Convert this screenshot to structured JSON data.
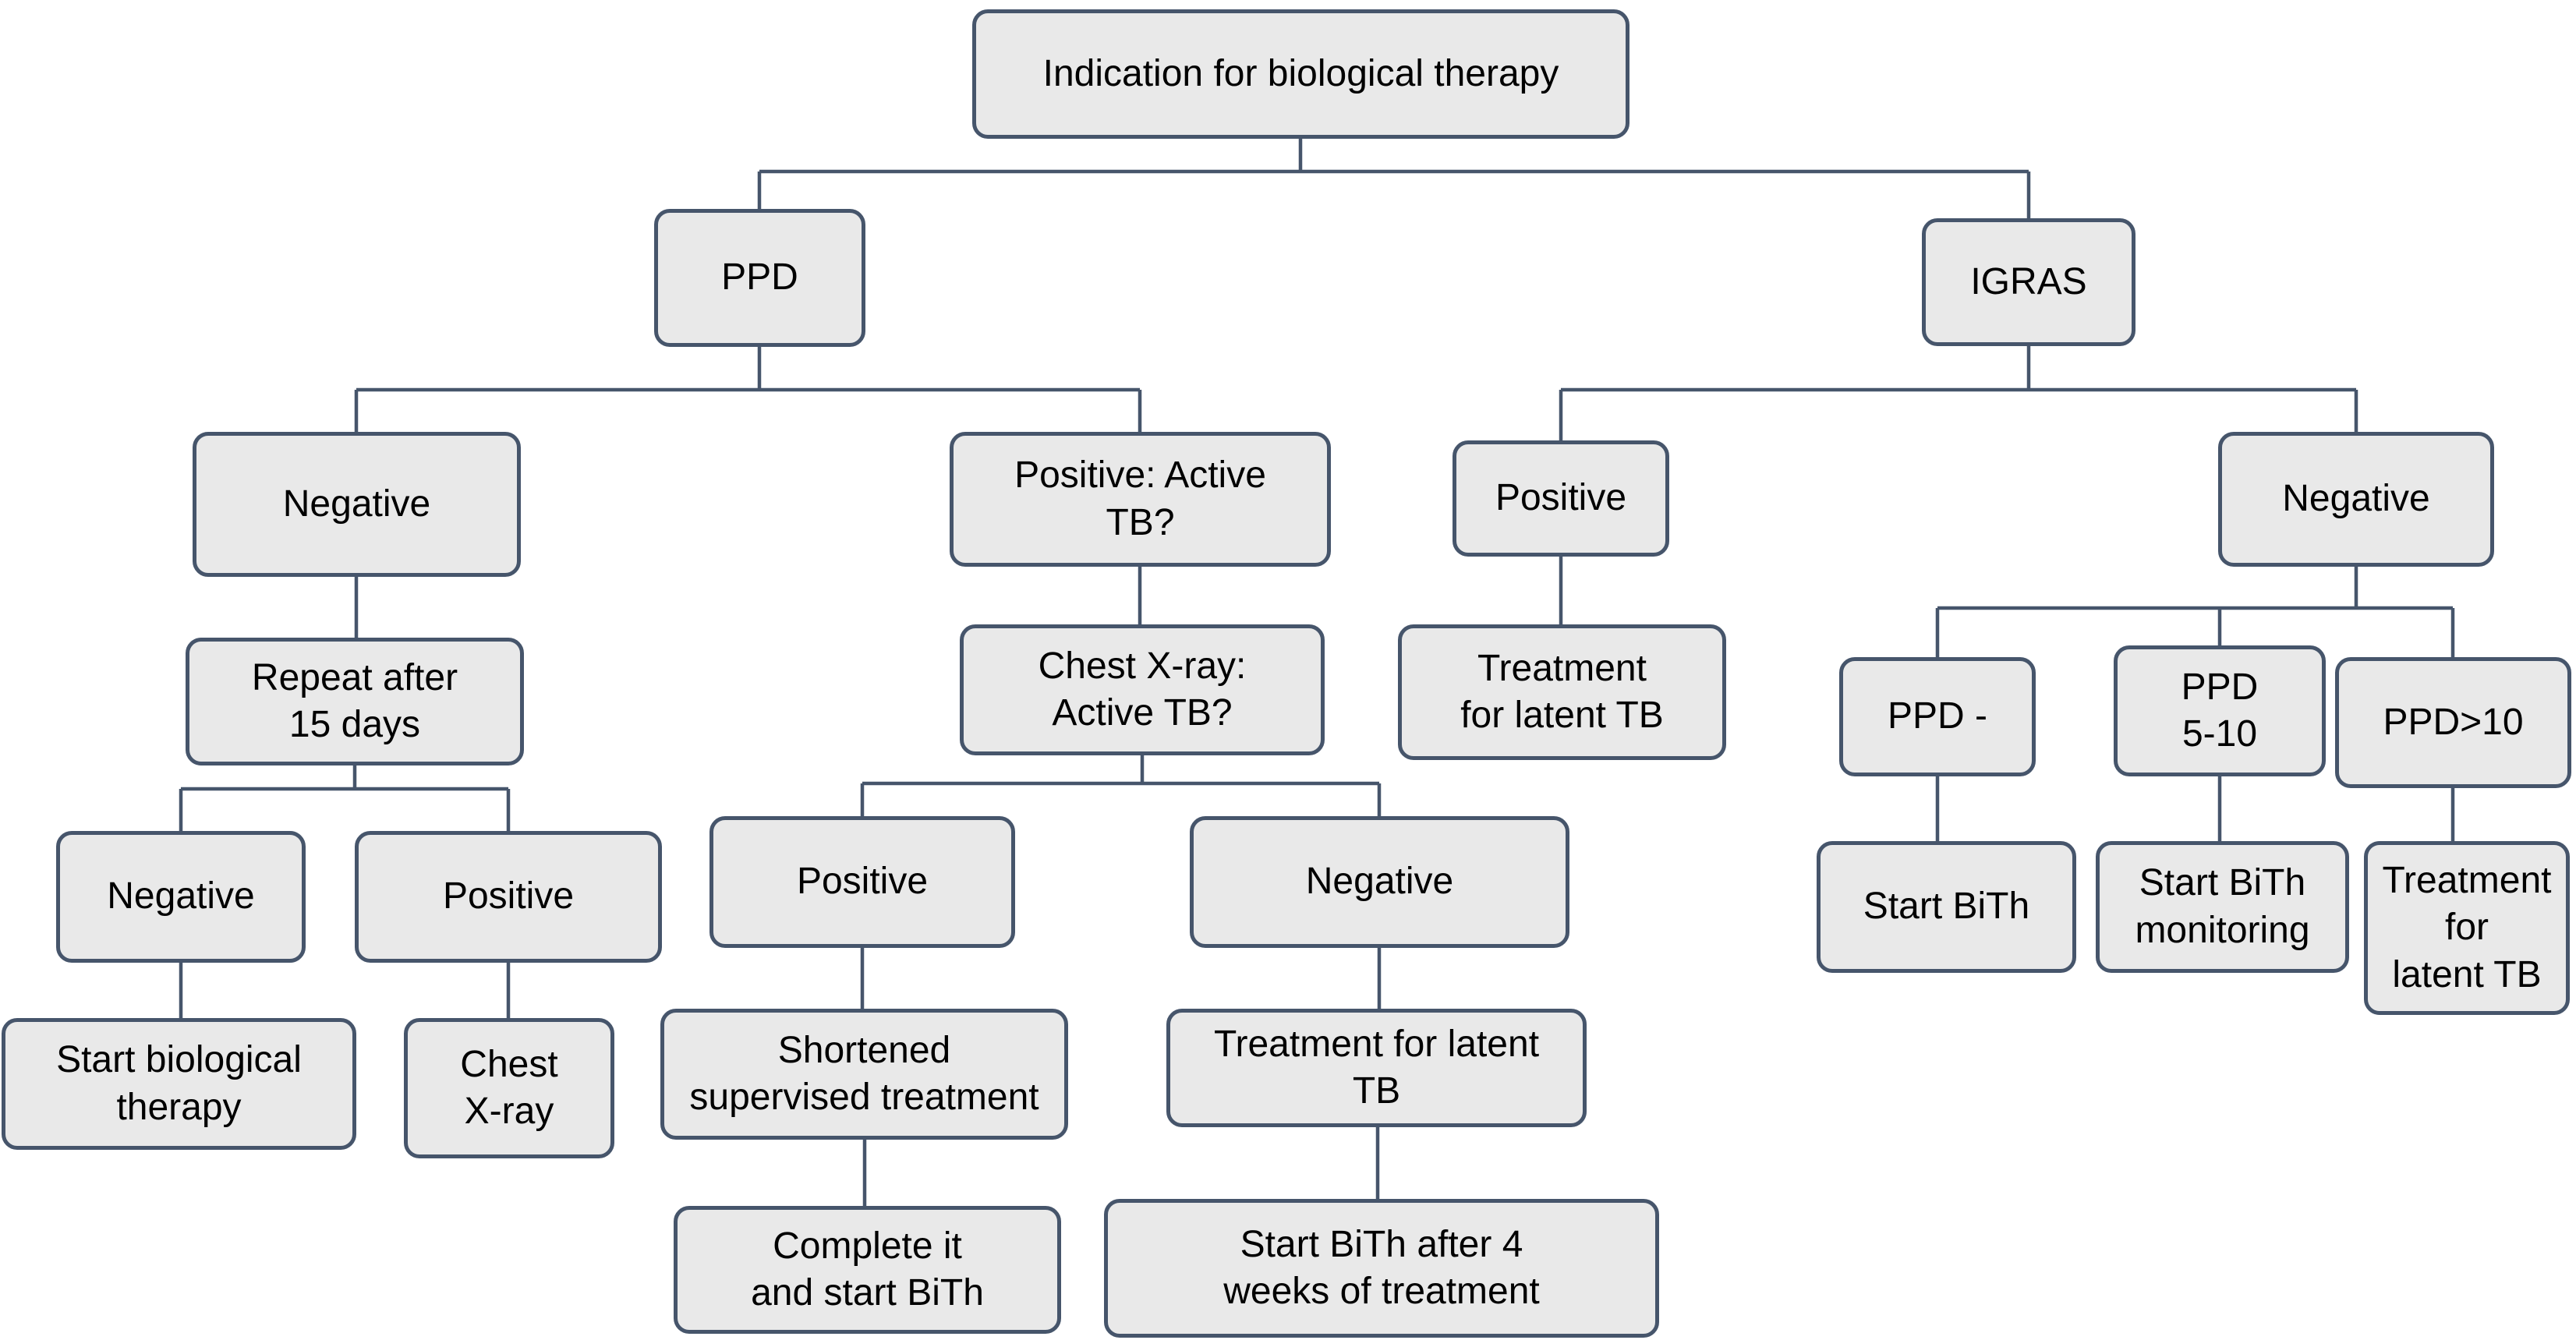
{
  "diagram": {
    "description": "Decision flowchart for TB screening before starting biological therapy",
    "colors": {
      "background": "#ffffff",
      "box_fill": "#e9e9e9",
      "box_border": "#46556b",
      "connector": "#46556b",
      "text": "#000000"
    },
    "nodes": {
      "root": {
        "label": "Indication for biological therapy"
      },
      "ppd": {
        "label": "PPD"
      },
      "igras": {
        "label": "IGRAS"
      },
      "ppd_negative": {
        "label": "Negative"
      },
      "ppd_positive_active_tb": {
        "label": "Positive: Active\nTB?"
      },
      "repeat_after_15_days": {
        "label": "Repeat after\n15 days"
      },
      "repeat_negative": {
        "label": "Negative"
      },
      "repeat_positive": {
        "label": "Positive"
      },
      "start_biological_therapy": {
        "label": "Start biological\ntherapy"
      },
      "chest_xray": {
        "label": "Chest\nX-ray"
      },
      "chest_xray_active_tb": {
        "label": "Chest X-ray:\nActive TB?"
      },
      "cxr_positive": {
        "label": "Positive"
      },
      "cxr_negative": {
        "label": "Negative"
      },
      "shortened_supervised_treatment": {
        "label": "Shortened\nsupervised treatment"
      },
      "complete_it_and_start_bith": {
        "label": "Complete it\nand start BiTh"
      },
      "treatment_for_latent_tb_mid": {
        "label": "Treatment for latent\nTB"
      },
      "start_bith_after_4_weeks": {
        "label": "Start BiTh after 4\nweeks of treatment"
      },
      "igras_positive": {
        "label": "Positive"
      },
      "treatment_for_latent_tb_igras": {
        "label": "Treatment\nfor latent TB"
      },
      "igras_negative": {
        "label": "Negative"
      },
      "ppd_minus": {
        "label": "PPD -"
      },
      "ppd_5_10": {
        "label": "PPD\n5-10"
      },
      "ppd_gt_10": {
        "label": "PPD>10"
      },
      "start_bith": {
        "label": "Start BiTh"
      },
      "start_bith_monitoring": {
        "label": "Start BiTh\nmonitoring"
      },
      "treatment_for_latent_tb_right": {
        "label": "Treatment\nfor\nlatent TB"
      }
    },
    "edges": [
      [
        "root",
        "ppd"
      ],
      [
        "root",
        "igras"
      ],
      [
        "ppd",
        "ppd_negative"
      ],
      [
        "ppd",
        "ppd_positive_active_tb"
      ],
      [
        "ppd_negative",
        "repeat_after_15_days"
      ],
      [
        "repeat_after_15_days",
        "repeat_negative"
      ],
      [
        "repeat_after_15_days",
        "repeat_positive"
      ],
      [
        "repeat_negative",
        "start_biological_therapy"
      ],
      [
        "repeat_positive",
        "chest_xray"
      ],
      [
        "ppd_positive_active_tb",
        "chest_xray_active_tb"
      ],
      [
        "chest_xray_active_tb",
        "cxr_positive"
      ],
      [
        "chest_xray_active_tb",
        "cxr_negative"
      ],
      [
        "cxr_positive",
        "shortened_supervised_treatment"
      ],
      [
        "shortened_supervised_treatment",
        "complete_it_and_start_bith"
      ],
      [
        "cxr_negative",
        "treatment_for_latent_tb_mid"
      ],
      [
        "treatment_for_latent_tb_mid",
        "start_bith_after_4_weeks"
      ],
      [
        "igras",
        "igras_positive"
      ],
      [
        "igras",
        "igras_negative"
      ],
      [
        "igras_positive",
        "treatment_for_latent_tb_igras"
      ],
      [
        "igras_negative",
        "ppd_minus"
      ],
      [
        "igras_negative",
        "ppd_5_10"
      ],
      [
        "igras_negative",
        "ppd_gt_10"
      ],
      [
        "ppd_minus",
        "start_bith"
      ],
      [
        "ppd_5_10",
        "start_bith_monitoring"
      ],
      [
        "ppd_gt_10",
        "treatment_for_latent_tb_right"
      ]
    ]
  }
}
